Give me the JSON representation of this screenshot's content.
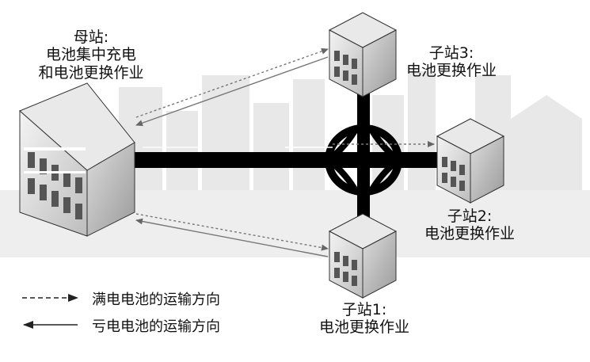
{
  "stations": {
    "mother": {
      "line1": "母站:",
      "line2": "电池集中充电",
      "line3": "和电池更换作业"
    },
    "sub3": {
      "line1": "子站3:",
      "line2": "电池更换作业"
    },
    "sub2": {
      "line1": "子站2:",
      "line2": "电池更换作业"
    },
    "sub1": {
      "line1": "子站1:",
      "line2": "电池更换作业"
    }
  },
  "legend": {
    "full_battery": "满电电池的运输方向",
    "depleted_battery": "亏电电池的运输方向"
  },
  "colors": {
    "road": "#000000",
    "background_silhouette": "#e6e6e6",
    "building_light": "#f2f2f2",
    "building_dark": "#8c8c8c",
    "arrow": "#777777"
  }
}
